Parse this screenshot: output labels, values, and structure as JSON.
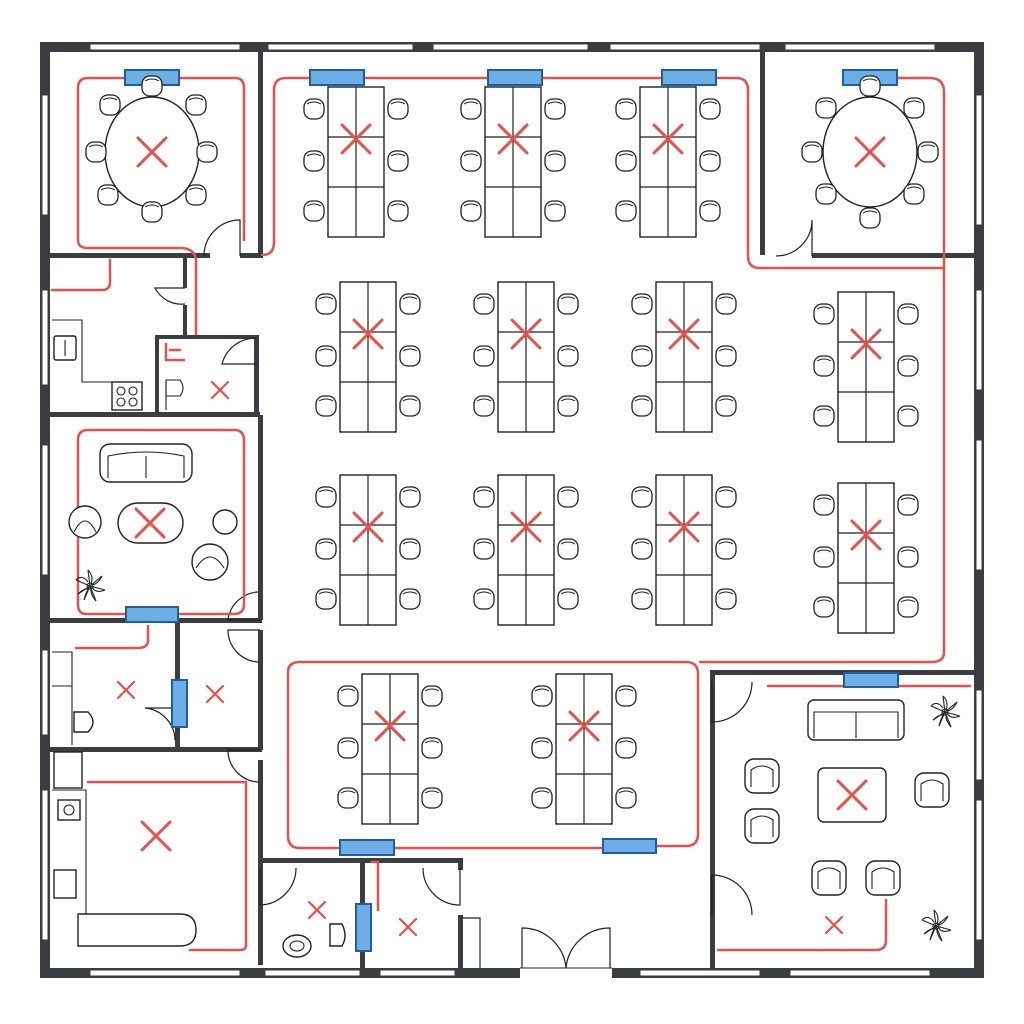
{
  "drawing": {
    "kind": "office-floor-plan",
    "colors": {
      "wall": "#3a3d42",
      "heating_pipe": "#e8504a",
      "unit": "#6eaee6",
      "unit_border": "#1f5f9e",
      "marker": "#e8504a",
      "furniture": "#222222",
      "background": "#ffffff"
    },
    "legend_symbols": {
      "unit": "wall-mounted-unit",
      "marker": "x-marker",
      "pipe": "heating-pipe-route"
    }
  },
  "rooms": [
    {
      "id": "meeting-room-nw",
      "contents": [
        "oval-conference-table",
        "8-chairs",
        "x-marker",
        "wall-unit"
      ]
    },
    {
      "id": "meeting-room-ne",
      "contents": [
        "oval-conference-table",
        "8-chairs",
        "x-marker",
        "wall-unit"
      ]
    },
    {
      "id": "open-office",
      "contents": [
        "desk-clusters",
        "x-markers",
        "wall-units"
      ]
    },
    {
      "id": "kitchenette",
      "contents": [
        "sink",
        "cooktop"
      ]
    },
    {
      "id": "wc-upper",
      "contents": [
        "toilet",
        "x-marker"
      ]
    },
    {
      "id": "lounge-west",
      "contents": [
        "sofa",
        "round-table",
        "armchairs",
        "plant",
        "x-marker",
        "wall-unit"
      ]
    },
    {
      "id": "wc-mid",
      "contents": [
        "toilet",
        "x-markers",
        "wall-unit"
      ]
    },
    {
      "id": "kitchen-south",
      "contents": [
        "counter",
        "x-marker"
      ]
    },
    {
      "id": "wc-south",
      "contents": [
        "toilet",
        "x-markers",
        "wall-unit"
      ]
    },
    {
      "id": "project-room",
      "contents": [
        "two-desk-clusters",
        "x-markers",
        "wall-units"
      ]
    },
    {
      "id": "lounge-east",
      "contents": [
        "sofa",
        "coffee-table",
        "armchairs",
        "plants",
        "x-markers",
        "wall-unit"
      ]
    },
    {
      "id": "entrance",
      "contents": [
        "double-door"
      ]
    }
  ]
}
